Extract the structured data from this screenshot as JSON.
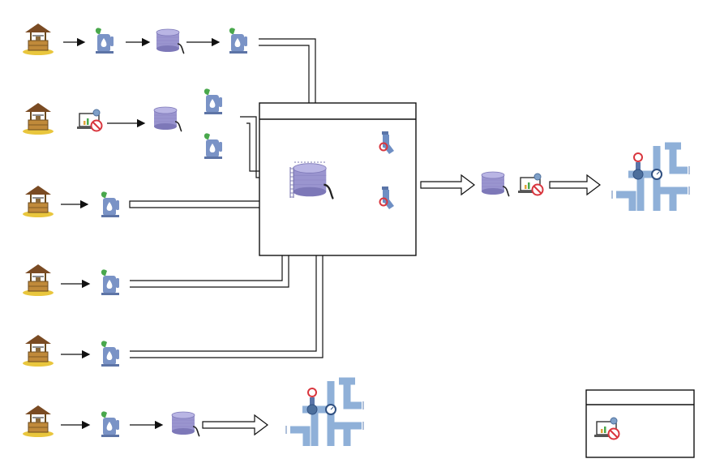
{
  "diagram": {
    "icons": {
      "well": "water-well-icon",
      "pump": "water-pump-icon",
      "tank": "storage-tank-icon",
      "large_tank": "large-storage-tank-icon",
      "monitor": "monitor-disabled-icon",
      "valve": "valve-tap-icon",
      "network": "pipe-network-icon"
    },
    "colors": {
      "tank": "#9a95cf",
      "pump": "#7a93c6",
      "pump_leaf": "#49a84c",
      "pipe": "#8fb0d8",
      "valve_red": "#d9363e",
      "well_roof": "#7a4b23",
      "well_stone": "#c08a3a",
      "grass": "#e9c63d",
      "no_sign": "#d9363e",
      "line": "#111111"
    },
    "rows": [
      {
        "id": "row-1",
        "chain": [
          "well",
          "pump",
          "tank",
          "pump"
        ]
      },
      {
        "id": "row-2",
        "chain": [
          "well",
          "monitor",
          "tank",
          "pump",
          "pump"
        ]
      },
      {
        "id": "row-3",
        "chain": [
          "well",
          "pump"
        ]
      },
      {
        "id": "row-4",
        "chain": [
          "well",
          "pump"
        ]
      },
      {
        "id": "row-5",
        "chain": [
          "well",
          "pump"
        ]
      },
      {
        "id": "row-6",
        "chain": [
          "well",
          "pump",
          "tank",
          "network"
        ]
      }
    ],
    "central_unit": {
      "contents": [
        "large_tank",
        "valve",
        "valve"
      ]
    },
    "output_chain": [
      "tank",
      "monitor",
      "network"
    ],
    "legend_box": {
      "contents": [
        "monitor"
      ]
    }
  }
}
